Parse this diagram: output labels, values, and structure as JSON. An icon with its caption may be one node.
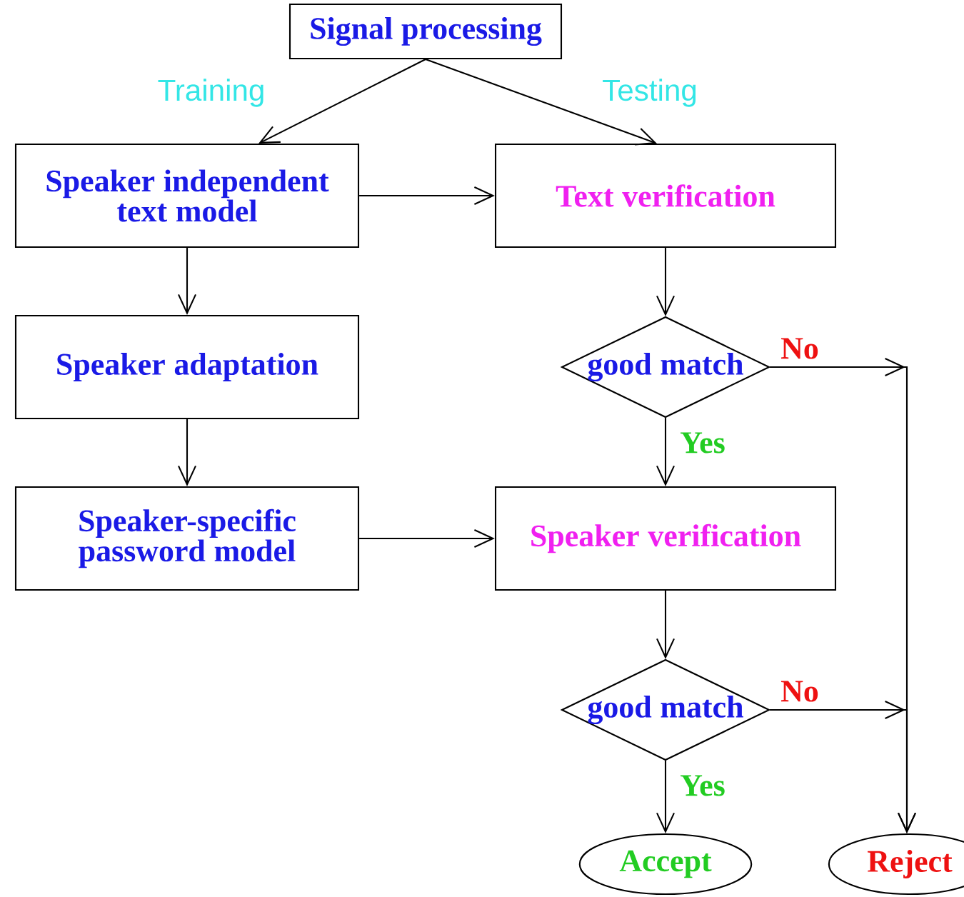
{
  "diagram": {
    "nodes": [
      {
        "text": [
          "Signal processing"
        ]
      },
      {
        "text": [
          "Speaker independent text model"
        ]
      },
      {
        "text": [
          "Text verification"
        ]
      },
      {
        "text": [
          "Speaker adaptation"
        ]
      },
      {
        "text": [
          "good match"
        ]
      },
      {
        "text": [
          "Speaker-specific password model"
        ]
      },
      {
        "text": [
          "Speaker verification"
        ]
      },
      {
        "text": [
          "good match"
        ]
      },
      {
        "text": [
          "Accept"
        ]
      },
      {
        "text": [
          "Reject"
        ]
      }
    ],
    "edges": [
      {
        "from": 0,
        "to": 1,
        "arrow": "to",
        "label": "Training"
      },
      {
        "from": 0,
        "to": 2,
        "arrow": "to",
        "label": "Testing"
      },
      {
        "from": 1,
        "to": 2,
        "arrow": "to"
      },
      {
        "from": 1,
        "to": 3,
        "arrow": "to"
      },
      {
        "from": 2,
        "to": 4,
        "arrow": "to"
      },
      {
        "from": 3,
        "to": 5,
        "arrow": "to"
      },
      {
        "from": 4,
        "to": 9,
        "arrow": "to",
        "label": "No"
      },
      {
        "from": 4,
        "to": 6,
        "arrow": "to",
        "label": "Yes"
      },
      {
        "from": 5,
        "to": 6,
        "arrow": "to"
      },
      {
        "from": 6,
        "to": 7,
        "arrow": "to"
      },
      {
        "from": 7,
        "to": 9,
        "arrow": "to",
        "label": "No"
      },
      {
        "from": 7,
        "to": 8,
        "arrow": "to",
        "label": "Yes"
      }
    ]
  }
}
